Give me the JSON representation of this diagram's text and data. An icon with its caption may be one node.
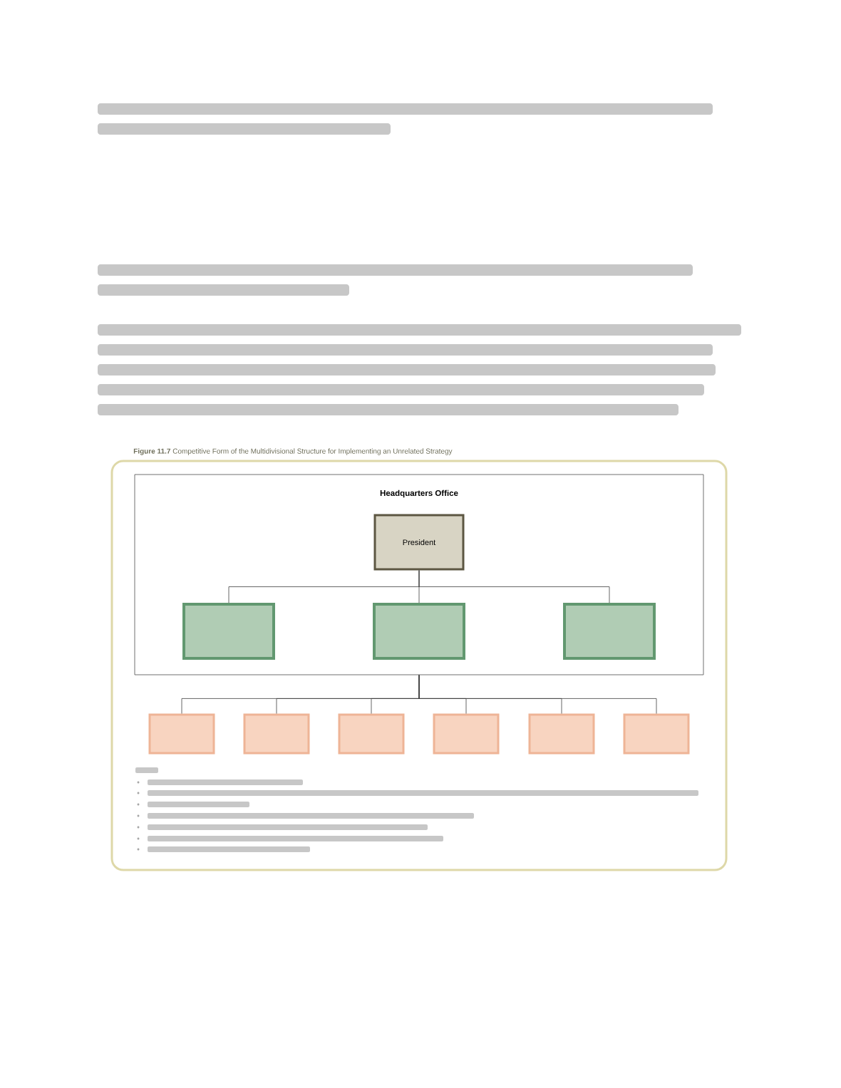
{
  "diagram": {
    "title": "**Figure 11.7** Competitive Form of the Multidivisional Structure for Implementing an Unrelated Strategy",
    "nodes": [
      {
        "text": [
          "Headquarters Office"
        ]
      },
      {
        "text": [
          "President"
        ],
        "in": 0
      },
      {
        "text": [],
        "shape": "box",
        "in": 0
      },
      {
        "text": [],
        "shape": "box",
        "in": 0
      },
      {
        "text": [],
        "shape": "box",
        "in": 0
      },
      {
        "text": [],
        "shape": "box"
      },
      {
        "text": [],
        "shape": "box"
      },
      {
        "text": [],
        "shape": "box"
      },
      {
        "text": [],
        "shape": "box"
      },
      {
        "text": [],
        "shape": "box"
      },
      {
        "text": [],
        "shape": "box"
      }
    ],
    "edges": [
      {
        "from": 1,
        "to": 2,
        "arrow": "none"
      },
      {
        "from": 1,
        "to": 3,
        "arrow": "none"
      },
      {
        "from": 1,
        "to": 4,
        "arrow": "none"
      },
      {
        "from": 0,
        "to": 5,
        "arrow": "none"
      },
      {
        "from": 0,
        "to": 6,
        "arrow": "none"
      },
      {
        "from": 0,
        "to": 7,
        "arrow": "none"
      },
      {
        "from": 0,
        "to": 8,
        "arrow": "none"
      },
      {
        "from": 0,
        "to": 9,
        "arrow": "none"
      },
      {
        "from": 0,
        "to": 10,
        "arrow": "none"
      }
    ]
  }
}
